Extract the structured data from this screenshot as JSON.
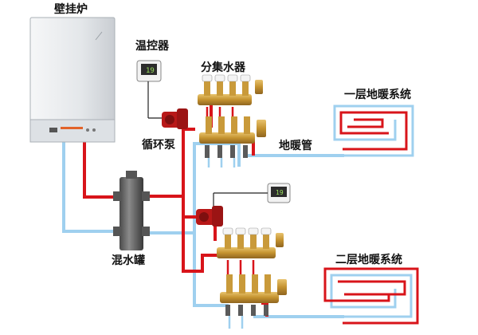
{
  "labels": {
    "boiler": "壁挂炉",
    "thermostat": "温控器",
    "manifold": "分集水器",
    "pump": "循环泵",
    "floor_pipe": "地暖管",
    "floor1": "一层地暖系统",
    "floor2": "二层地暖系统",
    "mixing_tank": "混水罐"
  },
  "thermostat_display": {
    "top": "19",
    "bottom": "19"
  },
  "colors": {
    "hot_pipe": "#d8141a",
    "cold_pipe": "#9fd0ef",
    "brass": "#c99a3a",
    "boiler_body": "#e9ecef"
  }
}
